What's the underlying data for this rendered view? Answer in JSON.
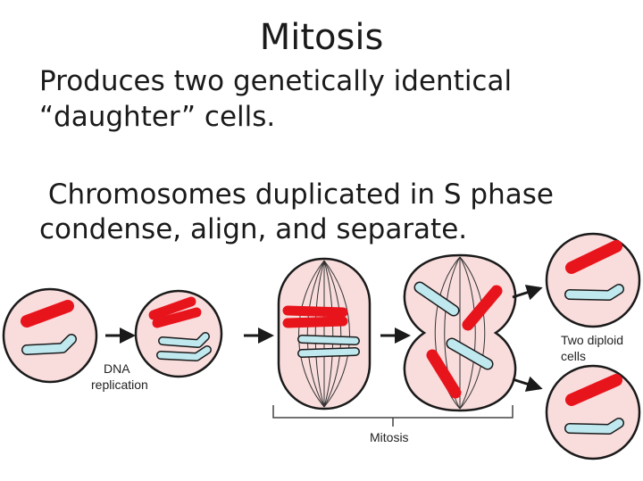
{
  "title": "Mitosis",
  "lines": [
    "Produces two genetically identical",
    "“daughter” cells.",
    " Chromosomes duplicated in S phase",
    "condense, align, and separate."
  ],
  "diagram": {
    "labels": {
      "dna_replication_1": "DNA",
      "dna_replication_2": "replication",
      "mitosis": "Mitosis",
      "two_diploid_1": "Two diploid",
      "two_diploid_2": "cells"
    },
    "colors": {
      "cell_fill": "#f9dcdc",
      "outline": "#1a1a1a",
      "red_chromosome": "#e8141c",
      "blue_chromosome": "#bfe8ef"
    }
  }
}
